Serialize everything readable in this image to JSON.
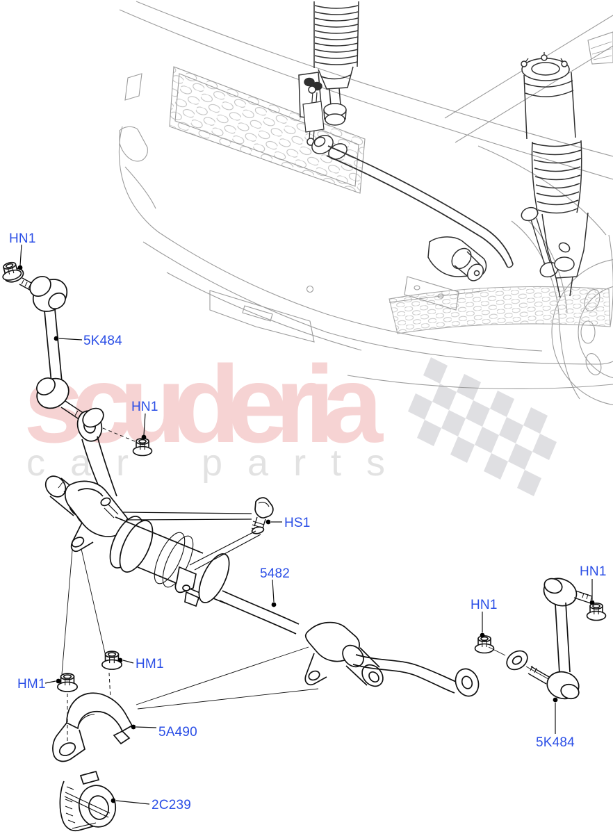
{
  "watermark": {
    "brand": "scuderia",
    "tagline_word1": "car",
    "tagline_word2": "parts",
    "brand_color": "#f6d3d3",
    "tagline_color": "#e2e2e2",
    "flag_color": "#dadade"
  },
  "label_color": "#2a4ee6",
  "labels": [
    {
      "text": "HN1"
    },
    {
      "text": "5K484"
    },
    {
      "text": "HN1"
    },
    {
      "text": "HS1"
    },
    {
      "text": "5482"
    },
    {
      "text": "HN1"
    },
    {
      "text": "HN1"
    },
    {
      "text": "HM1"
    },
    {
      "text": "HM1"
    },
    {
      "text": "5A490"
    },
    {
      "text": "5K484"
    },
    {
      "text": "2C239"
    }
  ]
}
